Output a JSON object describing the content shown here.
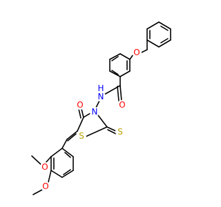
{
  "molecule": {
    "atoms": [
      {
        "id": "O_ether1",
        "label": "O",
        "color": "#ff0000"
      },
      {
        "id": "N_amide",
        "label": "N",
        "color": "#0000ff"
      },
      {
        "id": "H_amide",
        "label": "H",
        "color": "#0000ff"
      },
      {
        "id": "O_amide",
        "label": "O",
        "color": "#ff0000"
      },
      {
        "id": "O_ring",
        "label": "O",
        "color": "#ff0000"
      },
      {
        "id": "N_ring",
        "label": "N",
        "color": "#0000ff"
      },
      {
        "id": "S_ring",
        "label": "S",
        "color": "#b8a200"
      },
      {
        "id": "S_thione",
        "label": "S",
        "color": "#b8a200"
      },
      {
        "id": "O_meo1",
        "label": "O",
        "color": "#ff0000"
      },
      {
        "id": "O_meo2",
        "label": "O",
        "color": "#ff0000"
      }
    ],
    "stereo_descriptor": "(Z)",
    "colors": {
      "bond": "#000000",
      "oxygen": "#ff0000",
      "nitrogen": "#0000ff",
      "sulfur": "#b8a200"
    }
  }
}
